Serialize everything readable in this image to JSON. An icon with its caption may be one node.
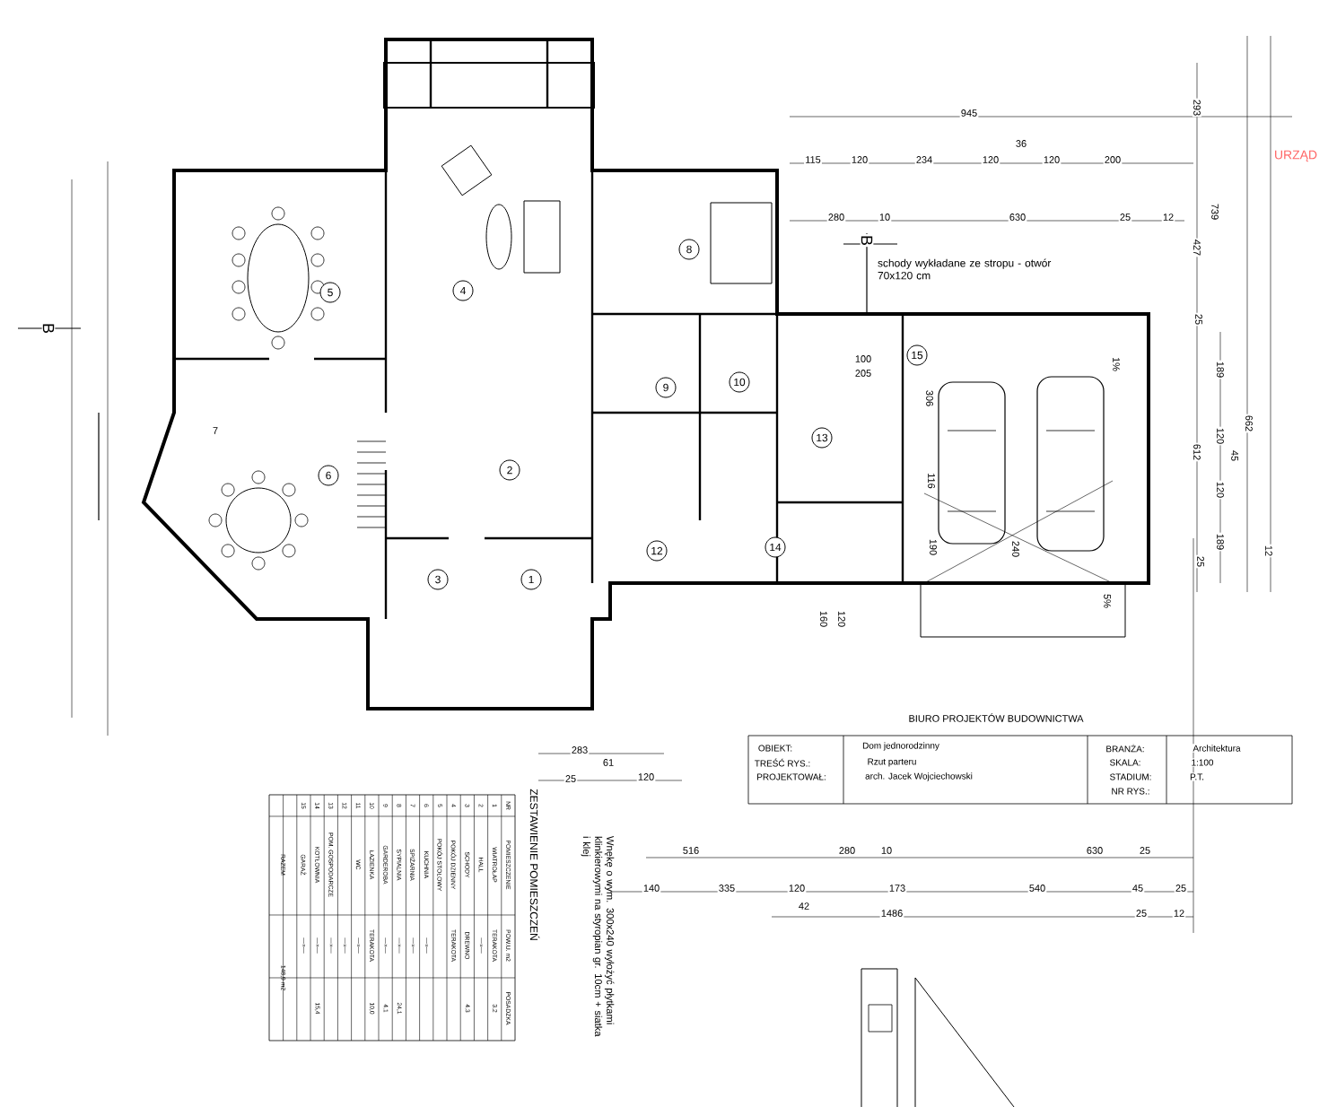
{
  "diagram": {
    "nodes": [
      {
        "text": [
          "1"
        ]
      },
      {
        "text": [
          "2"
        ]
      },
      {
        "text": [
          "3"
        ]
      },
      {
        "text": [
          "4"
        ]
      },
      {
        "text": [
          "5"
        ]
      },
      {
        "text": [
          "6"
        ]
      },
      {
        "text": [
          "8"
        ]
      },
      {
        "text": [
          "9"
        ]
      },
      {
        "text": [
          "10"
        ]
      },
      {
        "text": [
          "12"
        ]
      },
      {
        "text": [
          "13"
        ]
      },
      {
        "text": [
          "14"
        ]
      },
      {
        "text": [
          "15"
        ]
      }
    ],
    "labels": [
      "URZĄD",
      "945",
      "115",
      "120",
      "234",
      "120",
      "36",
      "120",
      "200",
      "280",
      "10",
      "630",
      "25",
      "12",
      "B",
      "schody wykładane ze stropu - otwór 70x120 cm",
      "293",
      "739",
      "427",
      "25",
      "189",
      "120",
      "612",
      "45",
      "662",
      "120",
      "189",
      "25",
      "12",
      "B",
      "7",
      "100",
      "205",
      "306",
      "116",
      "190",
      "240",
      "1%",
      "5%",
      "160",
      "120",
      "283",
      "61",
      "25",
      "120",
      "BIURO PROJEKTÓW BUDOWNICTWA",
      "OBIEKT:",
      "Dom jednorodzinny",
      "BRANŻA:",
      "Architektura",
      "TREŚĆ RYS.:",
      "Rzut parteru",
      "SKALA:",
      "1:100",
      "PROJEKTOWAŁ:",
      "arch. Jacek Wojciechowski",
      "STADIUM:",
      "P.T.",
      "NR RYS.:",
      "516",
      "280",
      "10",
      "630",
      "25",
      "140",
      "335",
      "120",
      "173",
      "540",
      "45",
      "25",
      "42",
      "1486",
      "25",
      "12",
      "ZESTAWIENIE POMIESZCZEŃ",
      "Wnękę o wym. 300x240 wyłożyć płytkami klinkierowymi na styropian gr. 10cm + siatka i klej",
      "NR",
      "POMIESZCZENIE",
      "POW.U. m2",
      "POSADZKA",
      "1",
      "WIATROŁAP",
      "TERAKOTA",
      "3,2",
      "2",
      "HALL",
      "—»—",
      "3",
      "SCHODY",
      "DREWNO",
      "4,3",
      "4",
      "POKÓJ DZIENNY",
      "TERAKOTA",
      "5",
      "POKÓJ STOŁOWY",
      "6",
      "KUCHNIA",
      "—»—",
      "7",
      "SPIŻARNIA",
      "—»—",
      "8",
      "SYPIALNIA",
      "—»—",
      "24,1",
      "9",
      "GARDEROBA",
      "—»—",
      "4,1",
      "10",
      "ŁAZIENKA",
      "TERAKOTA",
      "10,0",
      "11",
      "WC",
      "—»—",
      "12",
      "—»—",
      "13",
      "POM. GOSPODARCZE",
      "—»—",
      "14",
      "KOTŁOWNIA",
      "—»—",
      "15,4",
      "15",
      "GARAŻ",
      "—»—",
      "RAZEM",
      "148,9 m2"
    ]
  }
}
